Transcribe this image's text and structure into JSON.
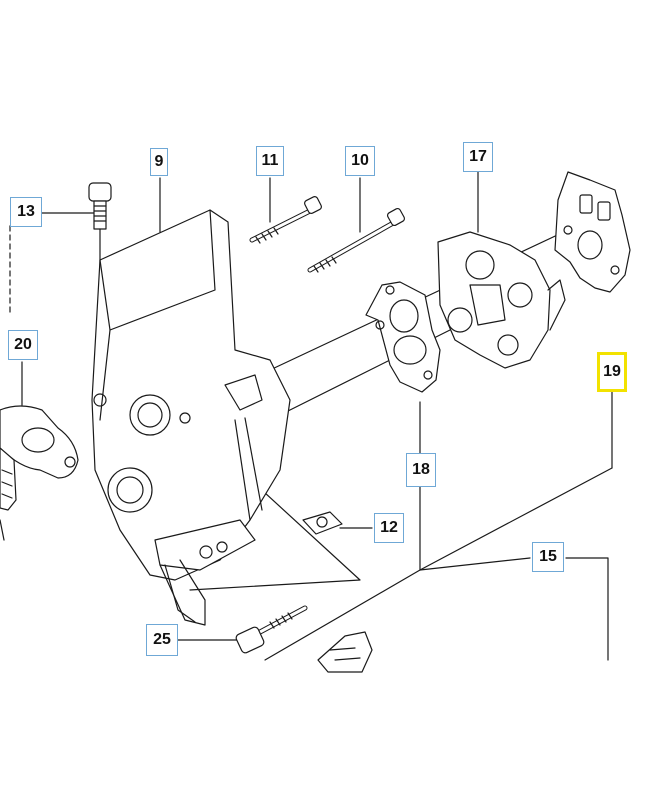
{
  "callouts": {
    "c9": "9",
    "c11": "11",
    "c10": "10",
    "c17": "17",
    "c13": "13",
    "c20": "20",
    "c19": "19",
    "c18": "18",
    "c12": "12",
    "c15": "15",
    "c25": "25"
  },
  "colors": {
    "line": "#1a1a1a",
    "callout_border": "#6fa8d6",
    "highlight_border": "#f2e200"
  }
}
